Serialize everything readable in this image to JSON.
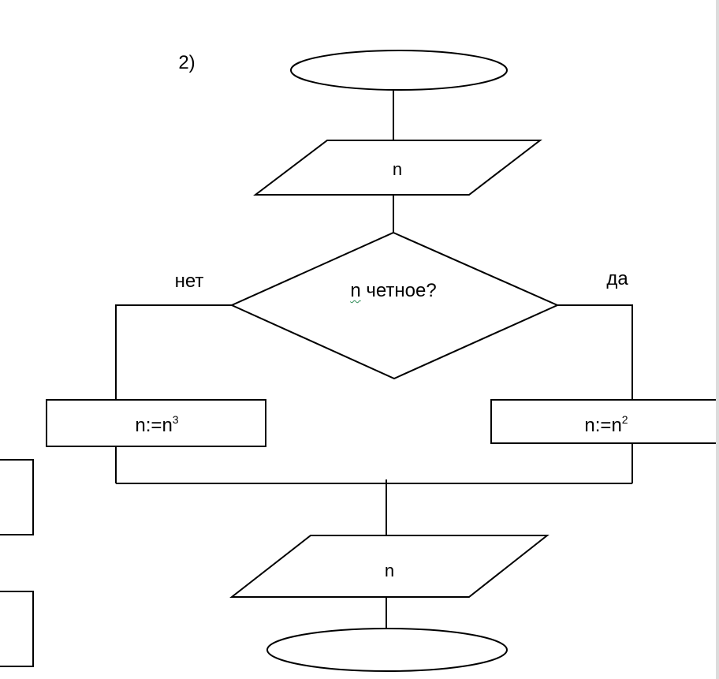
{
  "diagram": {
    "number_label": "2)",
    "input_label": "n",
    "condition": {
      "variable": "n",
      "text": " четное?"
    },
    "branch_no": "нет",
    "branch_yes": "да",
    "process_no": {
      "base": "n:=n",
      "exponent": "3"
    },
    "process_yes": {
      "base": "n:=n",
      "exponent": "2"
    },
    "output_label": "n"
  }
}
